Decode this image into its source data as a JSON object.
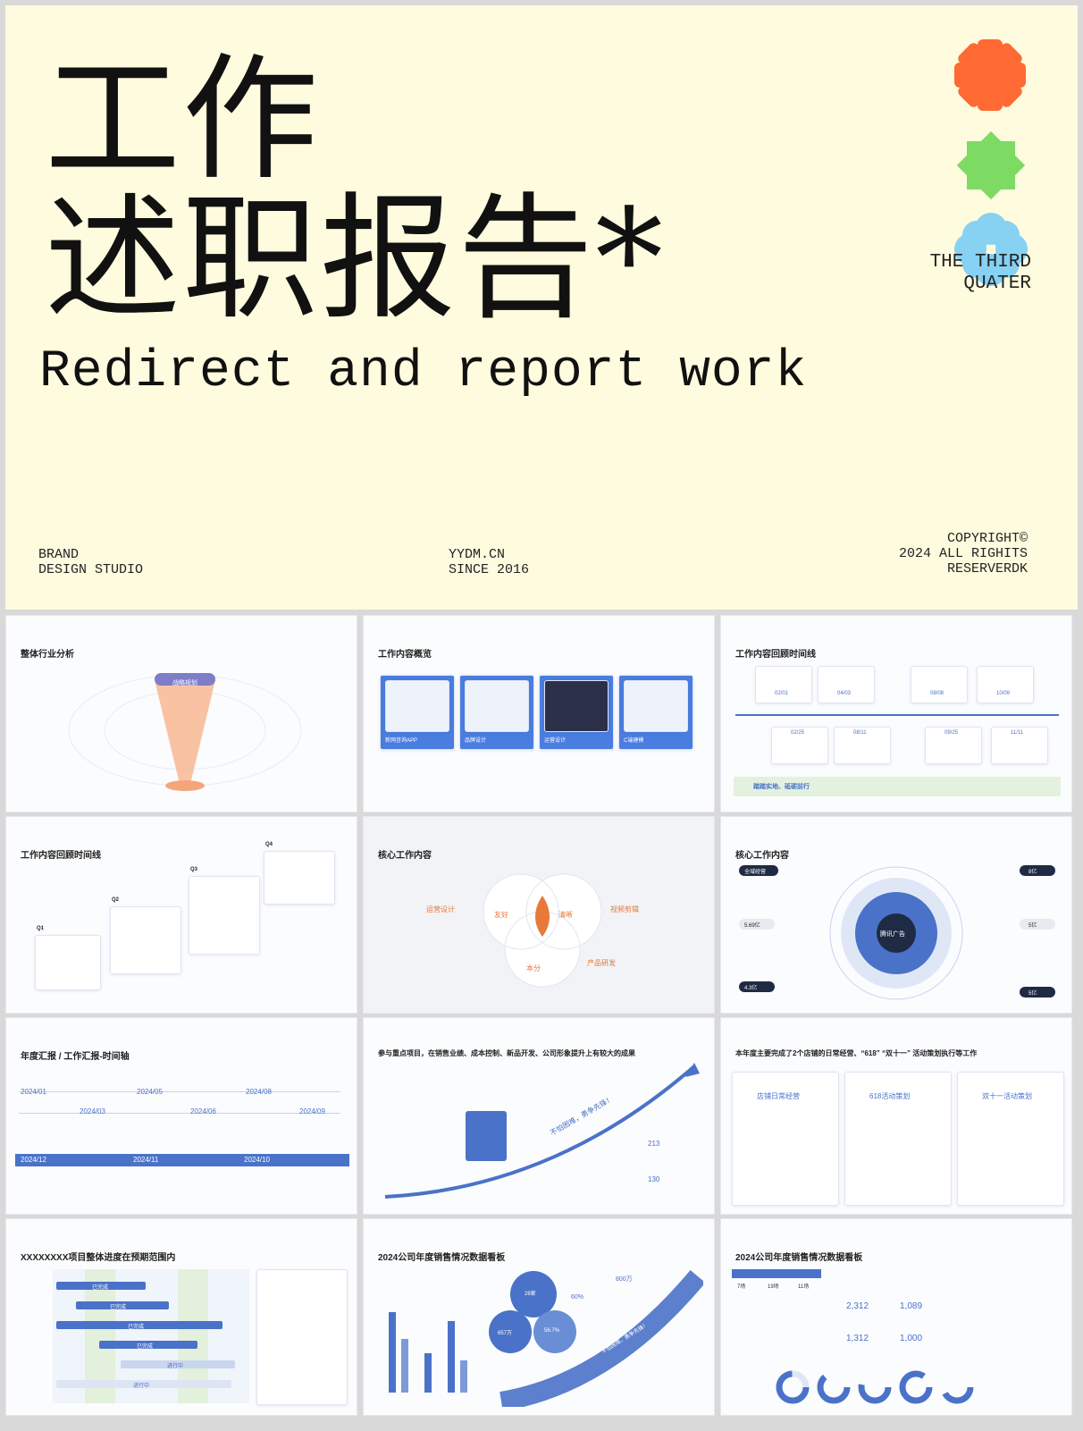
{
  "cover": {
    "title_line1": "工作",
    "title_line2": "述职报告*",
    "subtitle": "Redirect and report work",
    "tagline_line1": "THE THIRD",
    "tagline_line2": "QUATER",
    "brand_line1": "BRAND",
    "brand_line2": "DESIGN STUDIO",
    "site_line1": "YYDM.CN",
    "site_line2": "SINCE 2016",
    "copyright_line1": "COPYRIGHT©",
    "copyright_line2": "2024 ALL RIGHITS",
    "copyright_line3": "RESERVERDK",
    "colors": {
      "background": "#fefbde",
      "orange": "#ff6a34",
      "green": "#7ddb63",
      "blue": "#87d1f2"
    }
  },
  "slides": [
    {
      "title": "整体行业分析",
      "labels": [
        "战略规划"
      ]
    },
    {
      "title": "工作内容概览",
      "labels": [
        "新网咨询APP",
        "品牌设计",
        "运营设计",
        "C端建模"
      ]
    },
    {
      "title": "工作内容回顾时间线",
      "labels": [
        "02/01",
        "04/03",
        "08/08",
        "10/09",
        "02/25",
        "08/11",
        "09/25",
        "11/11",
        "踏踏实地、砥砺前行"
      ]
    },
    {
      "title": "工作内容回顾时间线",
      "labels": [
        "Q1",
        "Q2",
        "Q3",
        "Q4"
      ]
    },
    {
      "title": "核心工作内容",
      "labels": [
        "运营设计",
        "友好",
        "清晰",
        "视频剪辑",
        "本分",
        "产品研发"
      ]
    },
    {
      "title": "核心工作内容",
      "labels": [
        "全域经营",
        "8亿",
        "5.69亿",
        "5亿",
        "4.3亿",
        "5亿",
        "腾讯广告"
      ]
    },
    {
      "title": "年度汇报 / 工作汇报-时间轴",
      "labels": [
        "2024/01",
        "2024/03",
        "2024/05",
        "2024/06",
        "2024/08",
        "2024/09",
        "2024/12",
        "2024/11",
        "2024/10"
      ]
    },
    {
      "title": "参与重点项目，在销售业绩、成本控制、新品开发、公司形象提升上有较大的成果",
      "labels": [
        "不怕困难，勇争先锋！",
        "213",
        "130"
      ]
    },
    {
      "title": "本年度主要完成了2个店铺的日常经营、“618” “双十一” 活动策划执行等工作",
      "labels": [
        "店铺日常经营",
        "618活动策划",
        "双十一活动策划"
      ]
    },
    {
      "title": "XXXXXXXX项目整体进度在预期范围内",
      "labels": [
        "已完成",
        "已完成",
        "已完成",
        "已完成",
        "进行中",
        "进行中"
      ]
    },
    {
      "title": "2024公司年度销售情况数据看板",
      "labels": [
        "28家",
        "657万",
        "56.7%",
        "800万",
        "60%",
        "不怕困难，勇争先锋！"
      ]
    },
    {
      "title": "2024公司年度销售情况数据看板",
      "labels": [
        "7场",
        "19场",
        "11场",
        "2,312",
        "1,089",
        "1,312",
        "1,000"
      ]
    }
  ]
}
